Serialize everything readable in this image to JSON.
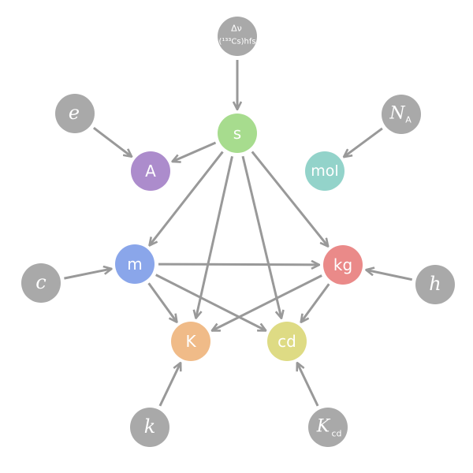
{
  "diagram": {
    "nodes": {
      "s": {
        "label": "s",
        "color": "#a7dc8e"
      },
      "A": {
        "label": "A",
        "color": "#ac8ccc"
      },
      "mol": {
        "label": "mol",
        "color": "#93d3ca"
      },
      "m": {
        "label": "m",
        "color": "#8aa6ea"
      },
      "kg": {
        "label": "kg",
        "color": "#ea8a89"
      },
      "K": {
        "label": "K",
        "color": "#f0bb88"
      },
      "cd": {
        "label": "cd",
        "color": "#dedb84"
      }
    },
    "constants": {
      "dnu": {
        "top": "Δν",
        "bottom": "(¹³³Cs)hfs",
        "color": "#a9a9a9"
      },
      "e": {
        "label": "e",
        "color": "#a9a9a9"
      },
      "NA": {
        "label": "N",
        "sub": "A",
        "color": "#a9a9a9"
      },
      "c": {
        "label": "c",
        "color": "#a9a9a9"
      },
      "h": {
        "label": "h",
        "color": "#a9a9a9"
      },
      "k": {
        "label": "k",
        "color": "#a9a9a9"
      },
      "Kcd": {
        "label": "K",
        "sub": "cd",
        "color": "#a9a9a9"
      }
    },
    "edges": [
      [
        "dnu",
        "s"
      ],
      [
        "e",
        "A"
      ],
      [
        "NA",
        "mol"
      ],
      [
        "c",
        "m"
      ],
      [
        "h",
        "kg"
      ],
      [
        "k",
        "K"
      ],
      [
        "Kcd",
        "cd"
      ],
      [
        "s",
        "A"
      ],
      [
        "s",
        "m"
      ],
      [
        "s",
        "kg"
      ],
      [
        "s",
        "K"
      ],
      [
        "s",
        "cd"
      ],
      [
        "m",
        "kg"
      ],
      [
        "m",
        "K"
      ],
      [
        "m",
        "cd"
      ],
      [
        "kg",
        "K"
      ],
      [
        "kg",
        "cd"
      ]
    ],
    "edge_color": "#999999"
  }
}
